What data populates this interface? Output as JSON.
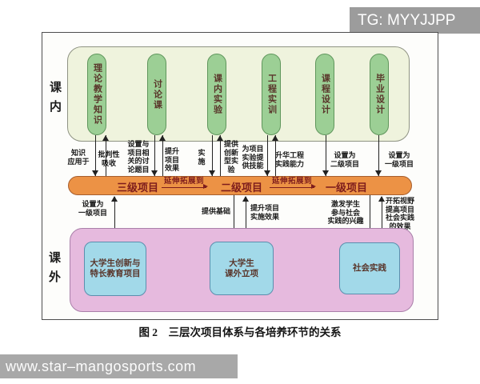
{
  "overlays": {
    "tg_label": "TG: MYYJJPP",
    "watermark": "www.star–mangosports.com"
  },
  "caption": "图 2　三层次项目体系与各培养环节的关系",
  "sections": {
    "inside_label": "课内",
    "outside_label": "课外"
  },
  "courses": [
    {
      "label": "理论教学知识"
    },
    {
      "label": "讨论课"
    },
    {
      "label": "课内实验"
    },
    {
      "label": "工程实训"
    },
    {
      "label": "课程设计"
    },
    {
      "label": "毕业设计"
    }
  ],
  "top_labels": [
    {
      "text": "知识\n应用于"
    },
    {
      "text": "批判性\n吸收"
    },
    {
      "text": "设置与\n项目相\n关的讨\n论题目"
    },
    {
      "text": "提升\n项目\n效果"
    },
    {
      "text": "实\n施"
    },
    {
      "text": "提供\n创新\n型实\n验"
    },
    {
      "text": "为项目\n实验提\n供技能"
    },
    {
      "text": "升华工程\n实践能力"
    },
    {
      "text": "设置为\n二级项目"
    },
    {
      "text": "设置为\n一级项目"
    }
  ],
  "project_bar": {
    "levels": [
      "三级项目",
      "二级项目",
      "一级项目"
    ],
    "extend_label": "延伸拓展到"
  },
  "bottom_labels": [
    {
      "text": "设置为\n一级项目"
    },
    {
      "text": "提供基础"
    },
    {
      "text": "提升项目\n实施效果"
    },
    {
      "text": "激发学生\n参与社会\n实践的兴趣"
    },
    {
      "text": "开拓视野\n提高项目\n社会实践\n的效果"
    }
  ],
  "outside_projects": [
    {
      "label": "大学生创新与\n特长教育项目"
    },
    {
      "label": "大学生\n课外立项"
    },
    {
      "label": "社会实践"
    }
  ],
  "colors": {
    "pill_green": "#9ccf95",
    "zone_green": "#eff3dd",
    "bar_orange": "#ec9245",
    "zone_pink": "#e6bade",
    "box_blue": "#a2d9e9",
    "bar_text_maroon": "#7d1c1c",
    "overlay_gray": "#9c9c9c"
  }
}
